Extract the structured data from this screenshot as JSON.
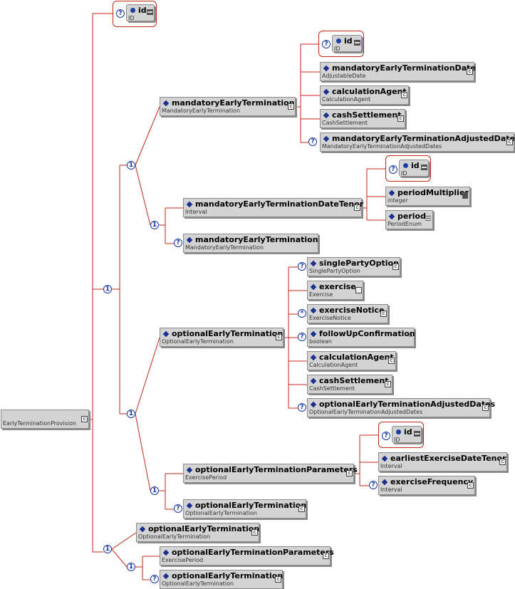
{
  "root": {
    "name": "",
    "type": "EarlyTerminationProvision"
  },
  "labels": {
    "one": "1",
    "q": "?",
    "star": "*"
  },
  "colors": {
    "line": "#c12a1a",
    "node": "#d3d3d3",
    "bubble": "#1a3aa8"
  },
  "nodes": {
    "rootId": {
      "name": "id",
      "type": "ID"
    },
    "metA": {
      "name": "mandatoryEarlyTermination",
      "type": "MandatoryEarlyTermination"
    },
    "metAId": {
      "name": "id",
      "type": "ID"
    },
    "metDate": {
      "name": "mandatoryEarlyTerminationDate",
      "type": "AdjustableDate"
    },
    "metCalc": {
      "name": "calculationAgent",
      "type": "CalculationAgent"
    },
    "metCash": {
      "name": "cashSettlement",
      "type": "CashSettlement"
    },
    "metAdj": {
      "name": "mandatoryEarlyTerminationAdjustedDates",
      "type": "MandatoryEarlyTerminationAdjustedDates"
    },
    "tenor": {
      "name": "mandatoryEarlyTerminationDateTenor",
      "type": "Interval"
    },
    "tenorId": {
      "name": "id",
      "type": "ID"
    },
    "periodMult": {
      "name": "periodMultiplier",
      "type": "integer"
    },
    "period": {
      "name": "period",
      "type": "PeriodEnum"
    },
    "metB": {
      "name": "mandatoryEarlyTermination",
      "type": "MandatoryEarlyTermination"
    },
    "oetA": {
      "name": "optionalEarlyTermination",
      "type": "OptionalEarlyTermination"
    },
    "spo": {
      "name": "singlePartyOption",
      "type": "SinglePartyOption"
    },
    "exercise": {
      "name": "exercise",
      "type": "Exercise"
    },
    "exNotice": {
      "name": "exerciseNotice",
      "type": "ExerciseNotice"
    },
    "followUp": {
      "name": "followUpConfirmation",
      "type": "boolean"
    },
    "oetCalc": {
      "name": "calculationAgent",
      "type": "CalculationAgent"
    },
    "oetCash": {
      "name": "cashSettlement",
      "type": "CashSettlement"
    },
    "oetAdj": {
      "name": "optionalEarlyTerminationAdjustedDates",
      "type": "OptionalEarlyTerminationAdjustedDates"
    },
    "oetp": {
      "name": "optionalEarlyTerminationParameters",
      "type": "ExercisePeriod"
    },
    "oetpId": {
      "name": "id",
      "type": "ID"
    },
    "earliest": {
      "name": "earliestExerciseDateTenor",
      "type": "Interval"
    },
    "exFreq": {
      "name": "exerciseFrequency",
      "type": "Interval"
    },
    "oetB": {
      "name": "optionalEarlyTermination",
      "type": "OptionalEarlyTermination"
    },
    "oetC": {
      "name": "optionalEarlyTermination",
      "type": "OptionalEarlyTermination"
    },
    "oetp2": {
      "name": "optionalEarlyTerminationParameters",
      "type": "ExercisePeriod"
    },
    "oetD": {
      "name": "optionalEarlyTermination",
      "type": "OptionalEarlyTermination"
    }
  }
}
